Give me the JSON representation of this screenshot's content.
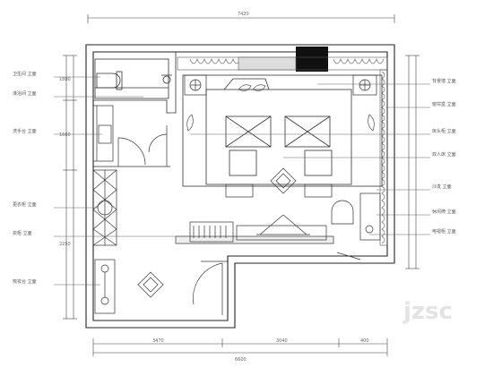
{
  "dimensions": {
    "top_overall": "7420",
    "bottom_overall": "6600",
    "bottom_segments": [
      "3470",
      "3040",
      "400"
    ],
    "left_segments": [
      "1800",
      "1660",
      "2250"
    ]
  },
  "left_labels": [
    "卫生间 立面",
    "淋浴间 立面",
    "洗手台 立面",
    "更衣柜 立面",
    "衣柜 立面",
    "梳妆台 立面"
  ],
  "right_labels": [
    "背景墙 立面",
    "窗帘盒 立面",
    "床头柜 立面",
    "双人床 立面",
    "沙发 立面",
    "休闲椅 立面",
    "电视柜 立面"
  ],
  "watermark": "jzsc"
}
